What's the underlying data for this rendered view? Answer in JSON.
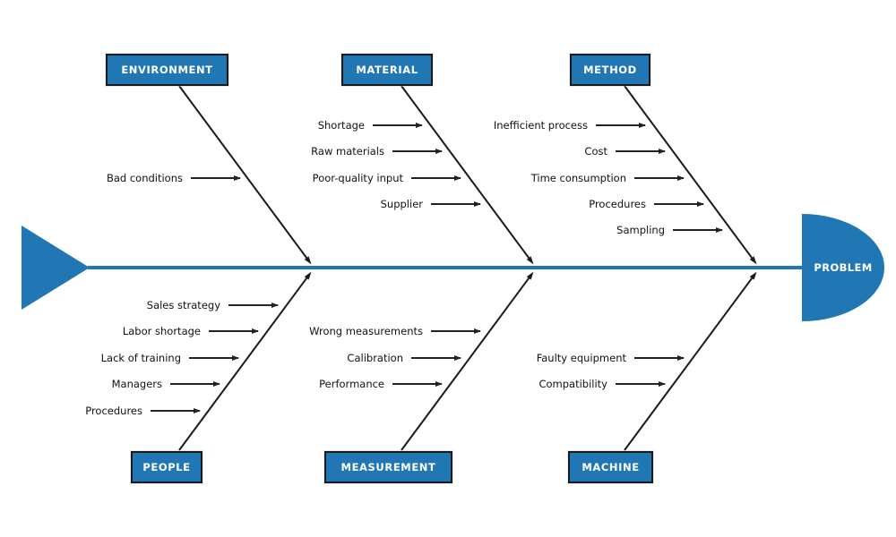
{
  "diagram": {
    "type": "fishbone",
    "problem": {
      "label": "PROBLEM"
    },
    "colors": {
      "primary": "#2077b4",
      "ink": "#1a1a1a",
      "bg": "#ffffff"
    },
    "categories": [
      {
        "label": "ENVIRONMENT",
        "side": "top",
        "causes": [
          "Bad conditions"
        ]
      },
      {
        "label": "MATERIAL",
        "side": "top",
        "causes": [
          "Shortage",
          "Raw materials",
          "Poor-quality input",
          "Supplier"
        ]
      },
      {
        "label": "METHOD",
        "side": "top",
        "causes": [
          "Inefficient process",
          "Cost",
          "Time consumption",
          "Procedures",
          "Sampling"
        ]
      },
      {
        "label": "PEOPLE",
        "side": "bottom",
        "causes": [
          "Sales strategy",
          "Labor shortage",
          "Lack of training",
          "Managers",
          "Procedures"
        ]
      },
      {
        "label": "MEASUREMENT",
        "side": "bottom",
        "causes": [
          "Wrong measurements",
          "Calibration",
          "Performance"
        ]
      },
      {
        "label": "MACHINE",
        "side": "bottom",
        "causes": [
          "Faulty equipment",
          "Compatibility"
        ]
      }
    ]
  }
}
